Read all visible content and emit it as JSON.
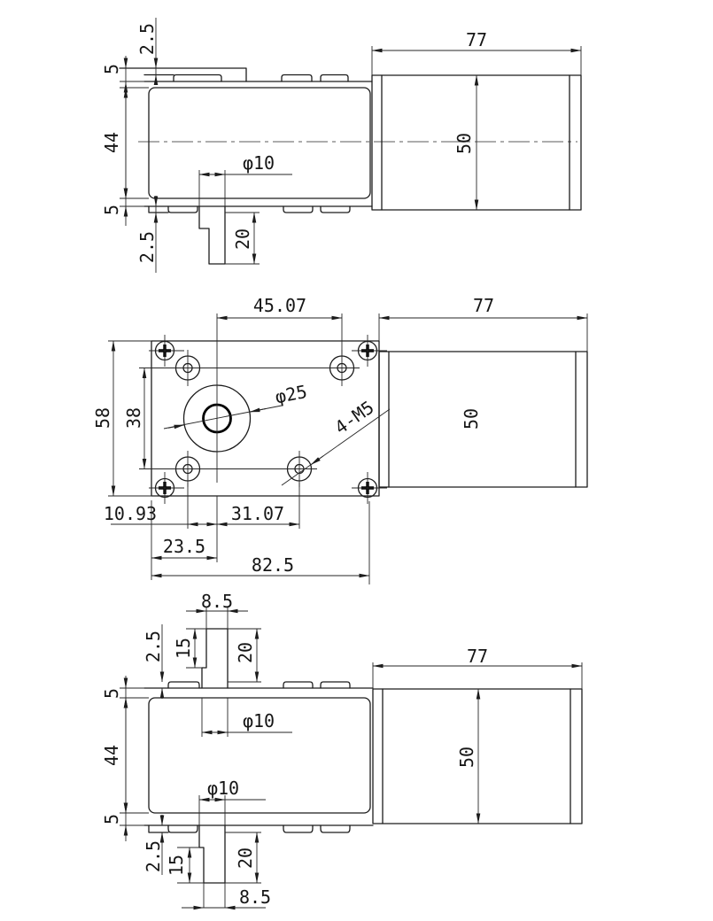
{
  "views": {
    "top_side": {
      "dims": {
        "tab_step_top": "2.5",
        "flange_top": "5",
        "body_height": "44",
        "flange_bottom": "5",
        "tab_step_bottom": "2.5",
        "shaft_dia": "φ10",
        "shaft_len": "20",
        "motor_len": "77",
        "motor_dia": "50"
      }
    },
    "front": {
      "dims": {
        "hole_span_top": "45.07",
        "motor_len": "77",
        "face_height": "58",
        "hole_row_span": "38",
        "boss_dia": "φ25",
        "mount_holes": "4-M5",
        "motor_dia": "50",
        "hole_off_left": "10.93",
        "hole_off_right": "31.07",
        "shaft_offset": "23.5",
        "face_width": "82.5"
      }
    },
    "bottom_side": {
      "dims": {
        "flat_width_top": "8.5",
        "flat_len_top": "15",
        "shaft_len_top": "20",
        "tab_step_top": "2.5",
        "flange_top": "5",
        "body_height": "44",
        "flange_bottom": "5",
        "tab_step_bottom": "2.5",
        "shaft_dia_top": "φ10",
        "shaft_dia_bottom": "φ10",
        "motor_len": "77",
        "motor_dia": "50",
        "flat_len_bottom": "15",
        "shaft_len_bottom": "20",
        "flat_width_bottom": "8.5"
      }
    }
  }
}
